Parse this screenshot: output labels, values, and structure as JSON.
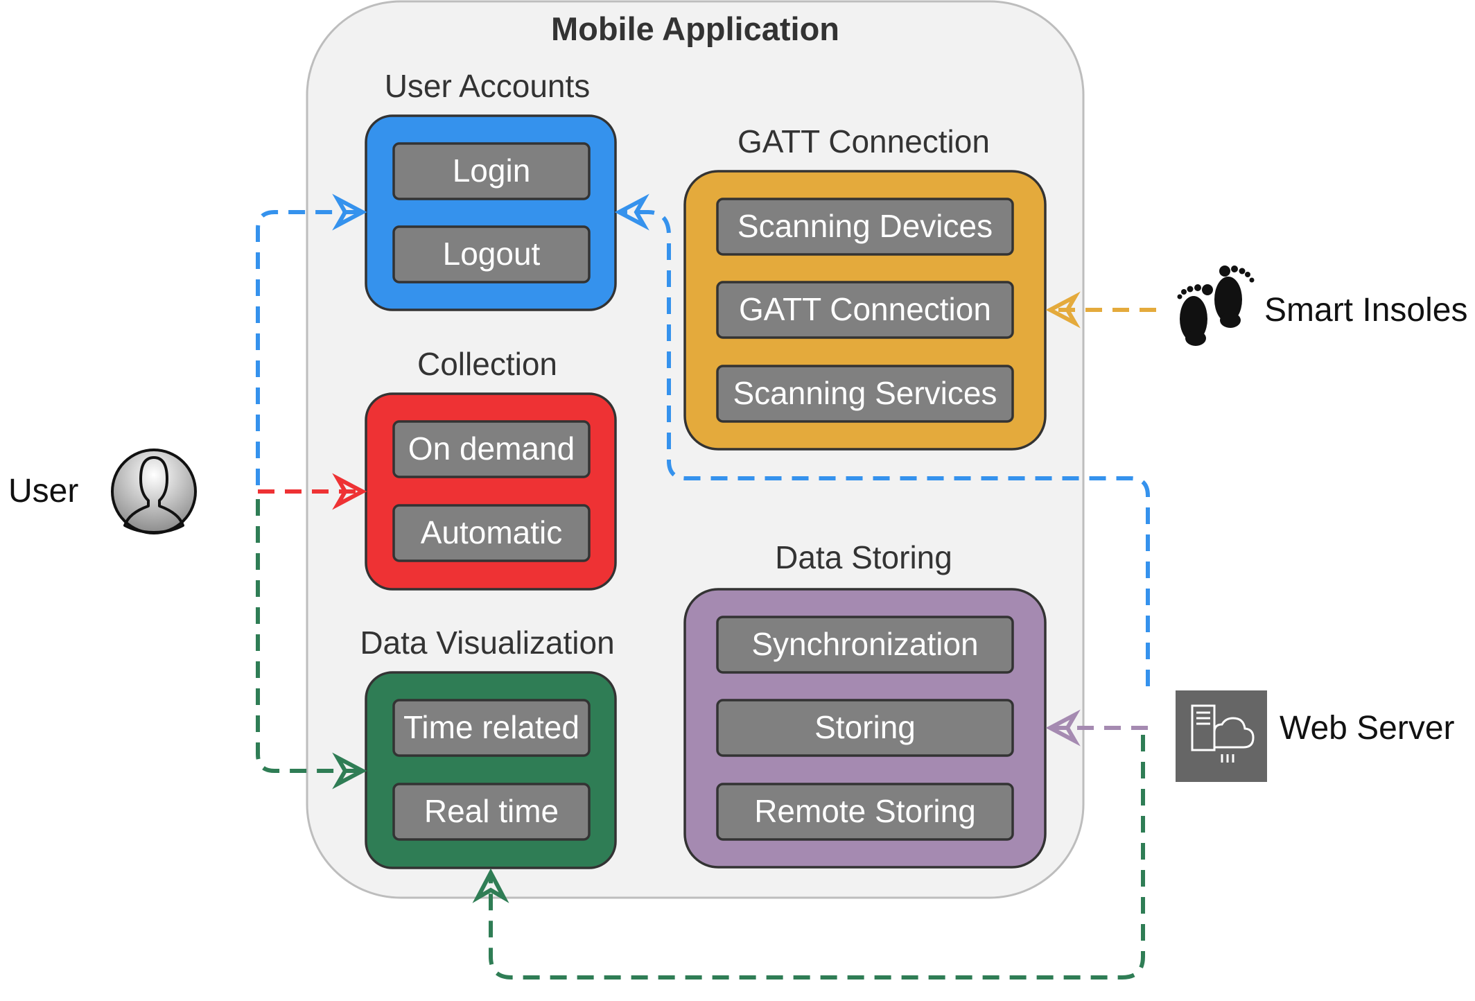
{
  "app": {
    "title": "Mobile Application"
  },
  "groups": {
    "user_accounts": {
      "title": "User Accounts",
      "color": "#3592ED",
      "items": [
        "Login",
        "Logout"
      ]
    },
    "collection": {
      "title": "Collection",
      "color": "#EE3234",
      "items": [
        "On demand",
        "Automatic"
      ]
    },
    "data_visualization": {
      "title": "Data Visualization",
      "color": "#2F7D55",
      "items": [
        "Time related",
        "Real time"
      ]
    },
    "gatt_connection": {
      "title": "GATT Connection",
      "color": "#E4AA3C",
      "items": [
        "Scanning Devices",
        "GATT Connection",
        "Scanning Services"
      ]
    },
    "data_storing": {
      "title": "Data Storing",
      "color": "#A58AB1",
      "items": [
        "Synchronization",
        "Storing",
        "Remote Storing"
      ]
    }
  },
  "external": {
    "user": {
      "label": "User",
      "icon": "user-avatar-icon"
    },
    "smart_insoles": {
      "label": "Smart Insoles",
      "icon": "footprints-icon"
    },
    "web_server": {
      "label": "Web Server",
      "icon": "cloud-server-icon"
    }
  },
  "colors": {
    "item_fill": "#808080",
    "container_fill": "#F2F2F2",
    "blue": "#3592ED",
    "red": "#EE3234",
    "green": "#2F7D55",
    "orange": "#E4AA3C",
    "purple": "#A58AB1"
  }
}
